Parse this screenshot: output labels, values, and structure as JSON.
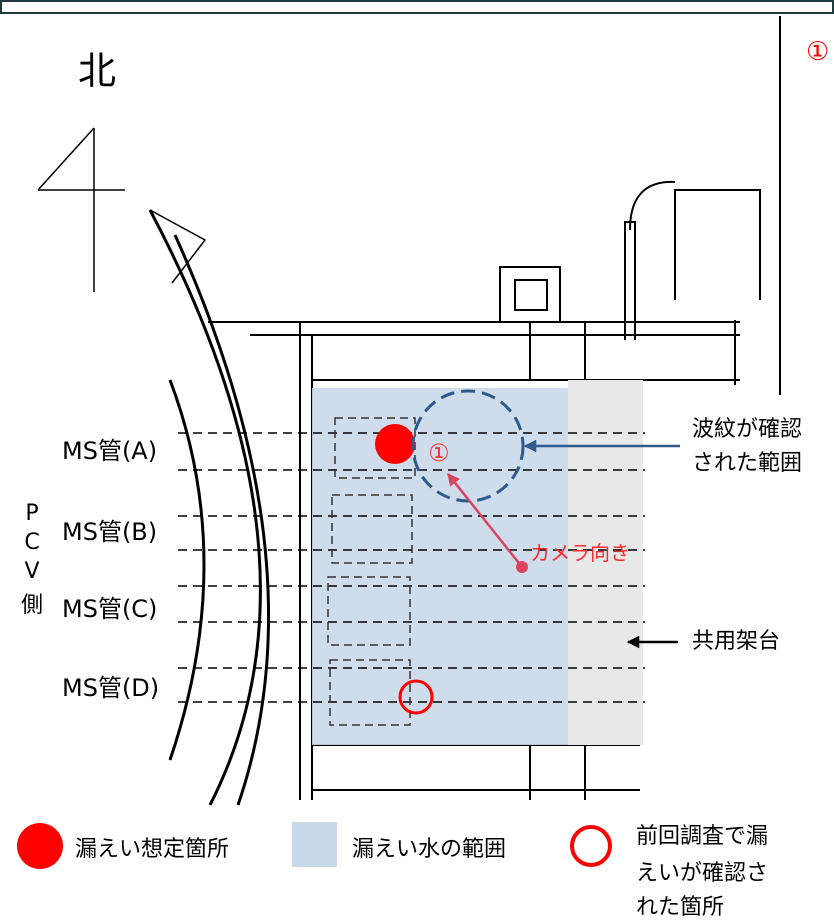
{
  "north_label": "北",
  "marker_number": "①",
  "side_label": "PCV側",
  "side_label_chars": [
    "P",
    "C",
    "V",
    "側"
  ],
  "pipes": [
    {
      "label": "MS管(A)"
    },
    {
      "label": "MS管(B)"
    },
    {
      "label": "MS管(C)"
    },
    {
      "label": "MS管(D)"
    }
  ],
  "annotations": {
    "ripple_line1": "波紋が確認",
    "ripple_line2": "された範囲",
    "camera_direction": "カメラ向き",
    "shared_frame": "共用架台"
  },
  "legend": {
    "leak_point": "漏えい想定箇所",
    "leak_water_range": "漏えい水の範囲",
    "prev_leak_line1": "前回調査で漏",
    "prev_leak_line2": "えいが確認さ",
    "prev_leak_line3": "れた箇所"
  },
  "colors": {
    "leak_point": "#ff0000",
    "leak_water_area": "#c9d8ea",
    "shared_frame_area": "#e8e8e8",
    "ripple_circle": "#2e5a8c",
    "camera_arrow": "#d9455f",
    "marker_text": "#ff0000",
    "prev_leak_ring": "#ff0000",
    "border": "#1f3b3b"
  }
}
